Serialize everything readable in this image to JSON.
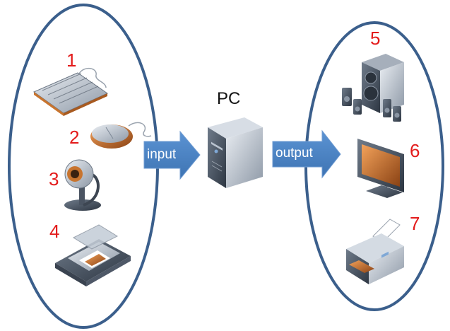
{
  "diagram": {
    "center_label": "PC",
    "input_arrow_label": "input",
    "output_arrow_label": "output",
    "input_numbers": [
      "1",
      "2",
      "3",
      "4"
    ],
    "output_numbers": [
      "5",
      "6",
      "7"
    ],
    "colors": {
      "ellipse_stroke": "#3b5f8c",
      "arrow_fill": "#4f86c6",
      "number_red": "#e31b1b",
      "device_orange": "#c8742e",
      "device_gray": "#8a95a3"
    },
    "icons": {
      "1": "keyboard-icon",
      "2": "mouse-icon",
      "3": "webcam-icon",
      "4": "scanner-icon",
      "pc": "pc-tower-icon",
      "5": "speakers-icon",
      "6": "monitor-icon",
      "7": "printer-icon"
    }
  }
}
